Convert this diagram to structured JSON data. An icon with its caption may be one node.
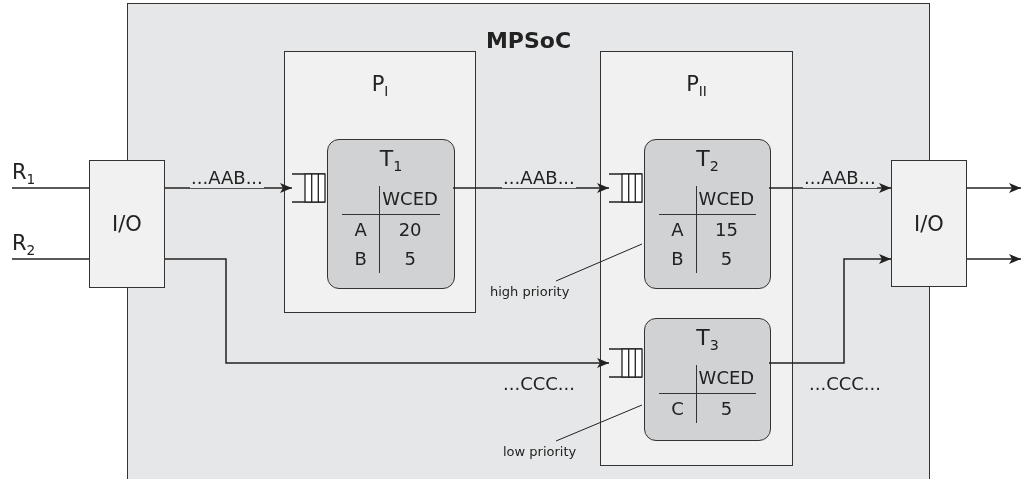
{
  "diagram": {
    "nodes": [
      {
        "text": [
          "MPSoC"
        ]
      },
      {
        "text": [
          "R$_{1}$"
        ]
      },
      {
        "text": [
          "R$_{2}$"
        ]
      },
      {
        "text": [
          "I/O"
        ]
      },
      {
        "text": [
          "P$_{I}$"
        ],
        "in": 0
      },
      {
        "text": [
          "T$_{1}$",
          "WCED",
          "A",
          "20",
          "B",
          "5"
        ],
        "in": 4
      },
      {
        "text": [
          "P$_{II}$"
        ],
        "in": 0
      },
      {
        "text": [
          "T$_{2}$",
          "WCED",
          "A",
          "15",
          "B",
          "5"
        ],
        "in": 6
      },
      {
        "text": [
          "high priority"
        ],
        "in": 0
      },
      {
        "text": [
          "T$_{3}$",
          "WCED",
          "C",
          "5"
        ],
        "in": 6
      },
      {
        "text": [
          "low priority"
        ],
        "in": 0
      },
      {
        "text": [
          "I/O"
        ]
      }
    ],
    "edges": [
      {
        "from": 1,
        "to": 3,
        "arrow": "none"
      },
      {
        "from": 2,
        "to": 3,
        "arrow": "none"
      },
      {
        "from": 3,
        "to": 5,
        "arrow": "to",
        "label": "...AAB..."
      },
      {
        "from": 5,
        "to": 7,
        "arrow": "to",
        "label": "...AAB..."
      },
      {
        "from": 7,
        "to": 11,
        "arrow": "to",
        "label": "...AAB..."
      },
      {
        "from": 3,
        "to": 9,
        "arrow": "to",
        "label": "...CCC..."
      },
      {
        "from": 9,
        "to": 11,
        "arrow": "to",
        "label": "...CCC..."
      },
      {
        "from": 11,
        "to": null,
        "arrow": "to"
      },
      {
        "from": 11,
        "to": null,
        "arrow": "to"
      },
      {
        "from": 8,
        "to": 7,
        "arrow": "none"
      },
      {
        "from": 10,
        "to": 9,
        "arrow": "none"
      }
    ]
  }
}
